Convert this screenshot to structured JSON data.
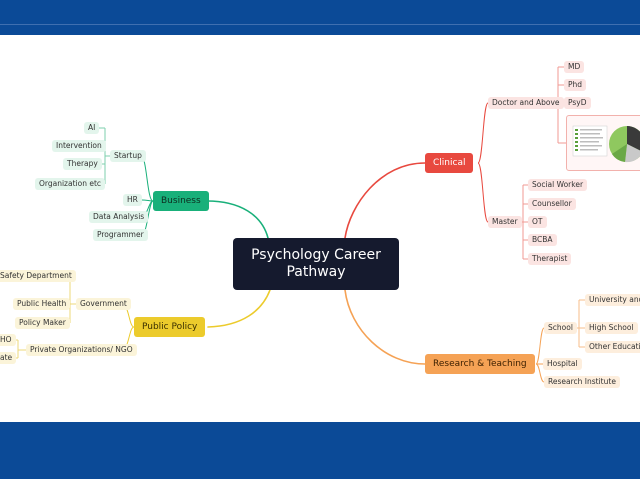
{
  "center": {
    "title": "Psychology Career Pathway"
  },
  "business": {
    "label": "Business",
    "startup": {
      "label": "Startup",
      "items": [
        "AI",
        "Intervention",
        "Therapy",
        "Organization etc"
      ]
    },
    "items": [
      "HR",
      "Data Analysis",
      "Programmer"
    ]
  },
  "public_policy": {
    "label": "Public Policy",
    "government": {
      "label": "Government",
      "items": [
        "Safety Department",
        "Public Health",
        "Policy Maker"
      ]
    },
    "private_orgs": {
      "label": "Private Organizations/ NGO",
      "items": [
        "HO",
        "ate"
      ]
    }
  },
  "clinical": {
    "label": "Clinical",
    "doctor": {
      "label": "Doctor and Above",
      "items": [
        "MD",
        "Phd",
        "PsyD"
      ]
    },
    "master": {
      "label": "Master",
      "items": [
        "Social Worker",
        "Counsellor",
        "OT",
        "BCBA",
        "Therapist"
      ]
    }
  },
  "research": {
    "label": "Research & Teaching",
    "school": {
      "label": "School",
      "items": [
        "University and C",
        "High School",
        "Other Education"
      ]
    },
    "items": [
      "Hospital",
      "Research Institute"
    ]
  },
  "colors": {
    "business": "#19b07a",
    "public_policy": "#eccb2c",
    "clinical": "#e8493f",
    "research": "#f5a255",
    "center": "#151a2e",
    "band": "#0b4a97"
  }
}
